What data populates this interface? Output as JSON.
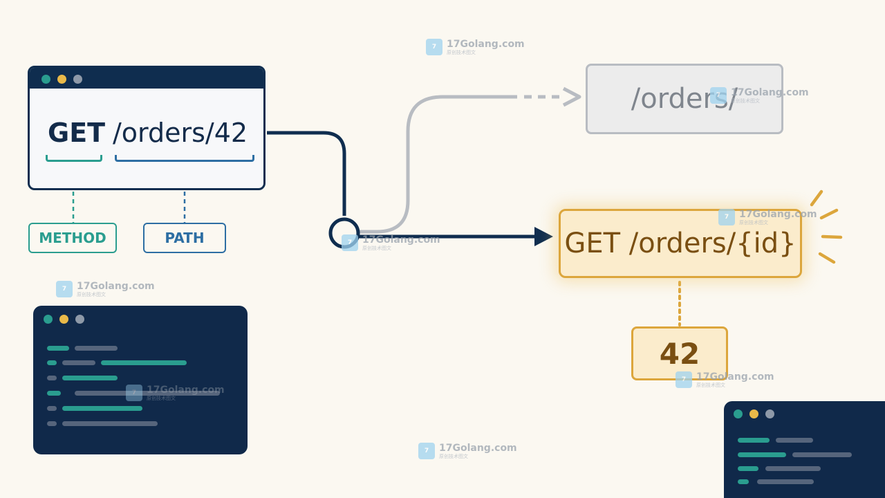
{
  "request": {
    "method": "GET",
    "path": "/orders/42"
  },
  "labels": {
    "method": "METHOD",
    "path": "PATH"
  },
  "routes": {
    "static": "/orders/",
    "matched": "GET /orders/{id}"
  },
  "param": {
    "value": "42"
  },
  "watermark": {
    "site": "17Golang.com",
    "tagline": "原创技术图文"
  },
  "colors": {
    "navy": "#0f2d4f",
    "teal": "#2a9d8f",
    "blue": "#2d6ea3",
    "gold": "#dca63c",
    "gray": "#b8bcc2",
    "background": "#fbf8f1"
  }
}
